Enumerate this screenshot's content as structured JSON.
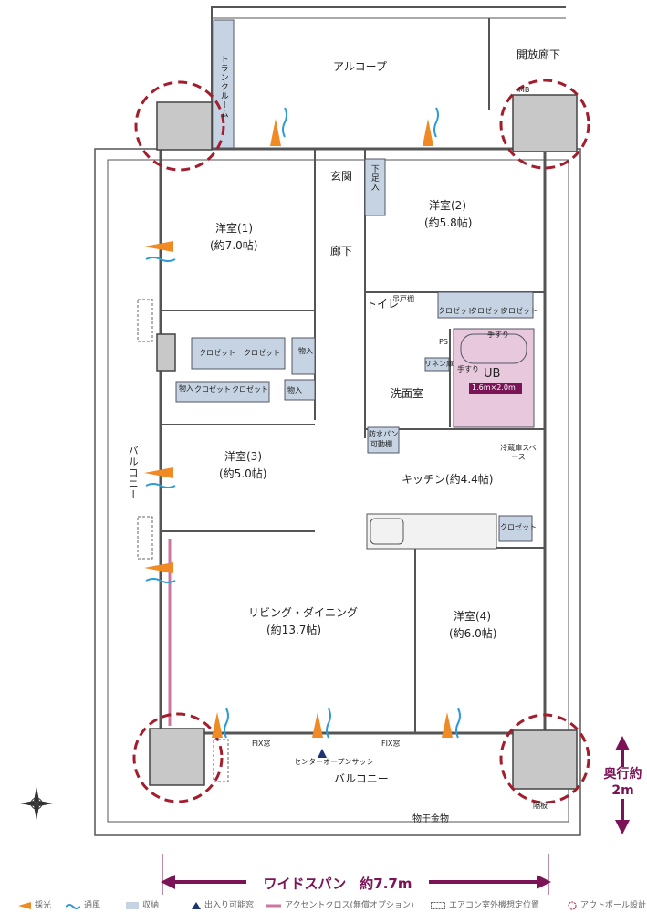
{
  "rooms": {
    "alcove": "アルコープ",
    "open_corridor": "開放廊下",
    "mb": "MB",
    "trunk_room": "トランクルーム",
    "entrance": "玄関",
    "shoe_storage": "下足入",
    "corridor": "廊下",
    "western1_name": "洋室(1)",
    "western1_size": "(約7.0帖)",
    "western2_name": "洋室(2)",
    "western2_size": "(約5.8帖)",
    "western3_name": "洋室(3)",
    "western3_size": "(約5.0帖)",
    "western4_name": "洋室(4)",
    "western4_size": "(約6.0帖)",
    "toilet": "トイレ",
    "hanging_shelf": "吊戸棚",
    "ps": "PS",
    "linen_shelf": "リネン庫",
    "ub": "UB",
    "ub_size": "1.6m×2.0m",
    "handrail": "手すり",
    "washroom": "洗面室",
    "waterproof_pan": "防水パン",
    "movable_shelf": "可動棚",
    "fridge_space": "冷蔵庫スペース",
    "kitchen": "キッチン(約4.4帖)",
    "living_name": "リビング・ダイニング",
    "living_size": "(約13.7帖)",
    "balcony": "バルコニー",
    "fix_window": "FIX窓",
    "center_open_sash": "センターオープンサッシ",
    "laundry_hardware": "物干金物",
    "partition": "隔板",
    "closet": "クロゼット",
    "storage": "物入"
  },
  "dimensions": {
    "wide_span": "ワイドスパン　約7.7m",
    "depth": "奥行約2m"
  },
  "legend": [
    {
      "icon": "orange-triangle-icon",
      "label": "採光"
    },
    {
      "icon": "blue-wave-icon",
      "label": "通風"
    },
    {
      "icon": "blue-box-icon",
      "label": "収納"
    },
    {
      "icon": "navy-triangle-icon",
      "label": "出入り可能窓"
    },
    {
      "icon": "pink-line-icon",
      "label": "アクセントクロス(無償オプション)"
    },
    {
      "icon": "dashed-box-icon",
      "label": "エアコン室外機想定位置"
    },
    {
      "icon": "red-dashed-circle-icon",
      "label": "アウトポール設計"
    }
  ],
  "colors": {
    "storage": "#c5d3e3",
    "ub": "#e8c8dc",
    "accent": "#7a1456",
    "outpole": "#a31d2c",
    "light": "#f08a24",
    "wind": "#2e9bd6",
    "walls": "#555555"
  }
}
